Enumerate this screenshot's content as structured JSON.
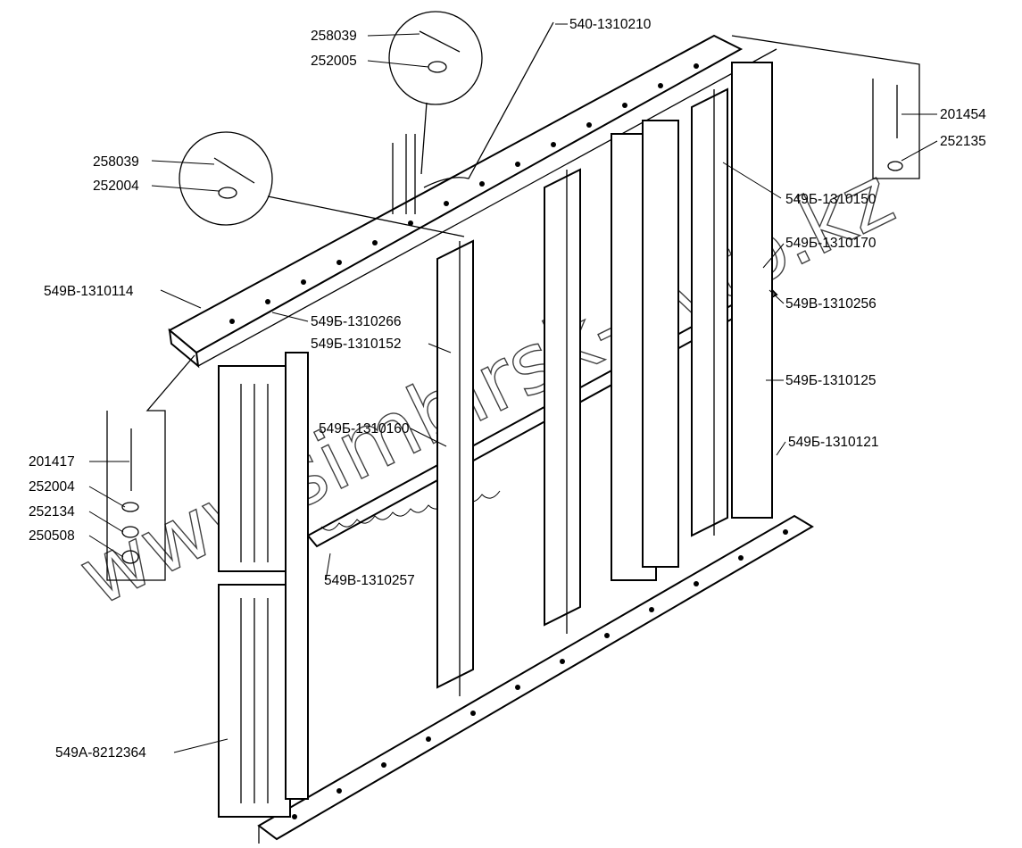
{
  "watermark": "www.simbirsk-avto.kz",
  "callouts": [
    {
      "id": "c1",
      "text": "258039"
    },
    {
      "id": "c2",
      "text": "252005"
    },
    {
      "id": "c3",
      "text": "540-1310210"
    },
    {
      "id": "c4",
      "text": "201454"
    },
    {
      "id": "c5",
      "text": "252135"
    },
    {
      "id": "c6",
      "text": "258039"
    },
    {
      "id": "c7",
      "text": "252004"
    },
    {
      "id": "c8",
      "text": "549Б-1310150"
    },
    {
      "id": "c9",
      "text": "549Б-1310170"
    },
    {
      "id": "c10",
      "text": "549В-1310114"
    },
    {
      "id": "c11",
      "text": "549Б-1310266"
    },
    {
      "id": "c12",
      "text": "549В-1310256"
    },
    {
      "id": "c13",
      "text": "549Б-1310152"
    },
    {
      "id": "c14",
      "text": "549Б-1310125"
    },
    {
      "id": "c15",
      "text": "549Б-1310160"
    },
    {
      "id": "c16",
      "text": "549Б-1310121"
    },
    {
      "id": "c17",
      "text": "201417"
    },
    {
      "id": "c18",
      "text": "252004"
    },
    {
      "id": "c19",
      "text": "252134"
    },
    {
      "id": "c20",
      "text": "250508"
    },
    {
      "id": "c21",
      "text": "549В-1310257"
    },
    {
      "id": "c22",
      "text": "549А-8212364"
    }
  ]
}
